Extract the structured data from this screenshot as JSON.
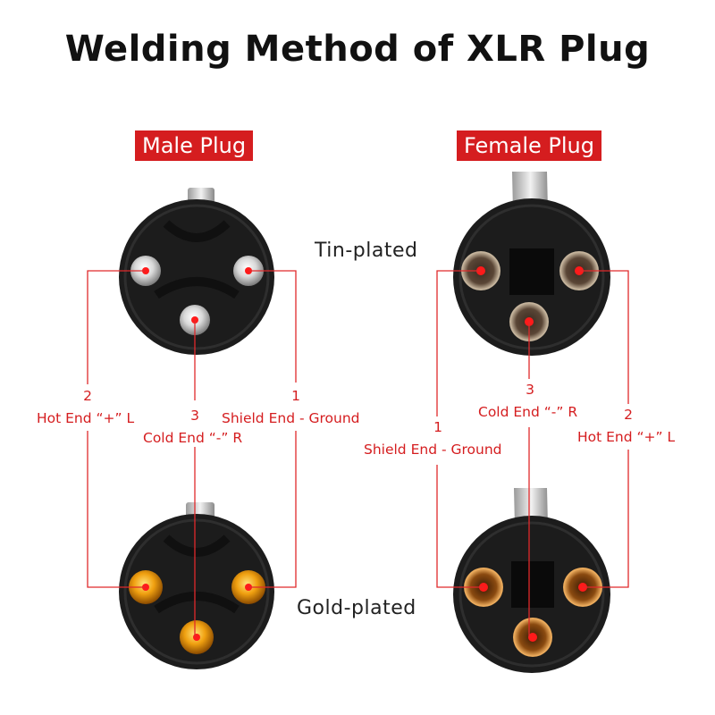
{
  "title": "Welding Method of XLR Plug",
  "colors": {
    "accent": "#d51d1f",
    "plug_body": "#1c1c1c",
    "tin": "#c9c9c9",
    "gold": "#f0a010"
  },
  "male": {
    "tag": "Male Plug",
    "pin2": {
      "num": "2",
      "desc": "Hot End “+” L"
    },
    "pin3": {
      "num": "3",
      "desc": "Cold End “-” R"
    },
    "pin1": {
      "num": "1",
      "desc": "Shield End - Ground"
    }
  },
  "female": {
    "tag": "Female Plug",
    "pin3": {
      "num": "3",
      "desc": "Cold End “-” R"
    },
    "pin1": {
      "num": "1",
      "desc": "Shield End - Ground"
    },
    "pin2": {
      "num": "2",
      "desc": "Hot End “+” L"
    }
  },
  "finishes": {
    "tin": "Tin-plated",
    "gold": "Gold-plated"
  }
}
